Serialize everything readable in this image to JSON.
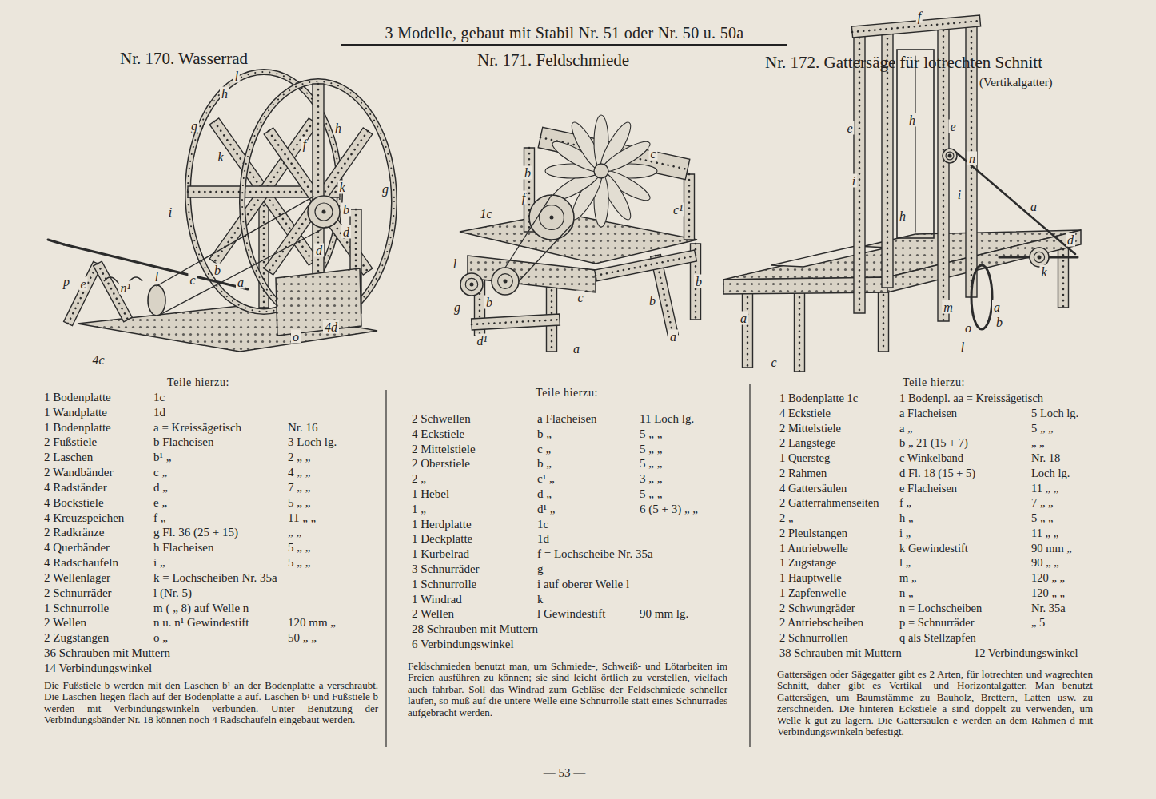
{
  "diagram": {
    "title": "3 Modelle, gebaut mit Stabil Nr. 51 oder Nr. 50 u. 50a",
    "labels": [
      "Nr. 170. Wasserrad",
      "l",
      "h",
      "g",
      "h",
      "f",
      "k",
      "k",
      "g",
      "i",
      "b",
      "d",
      "d",
      "p",
      "e",
      "n¹",
      "l",
      "c",
      "b",
      "a",
      "4d",
      "o",
      "4c",
      "Teile hierzu:",
      "1 Bodenplatte",
      "1c",
      "1 Wandplatte",
      "1d",
      "1 Bodenplatte",
      "a = Kreissägetisch",
      "Nr. 16",
      "2 Fußstiele",
      "b Flacheisen",
      "3 Loch lg.",
      "2 Laschen",
      "b¹ „",
      "2 „ „",
      "2 Wandbänder",
      "c „",
      "4 „ „",
      "4 Radständer",
      "d „",
      "7 „ „",
      "4 Bockstiele",
      "e „",
      "5 „ „",
      "4 Kreuzspeichen",
      "f „",
      "11 „ „",
      "2 Radkränze",
      "g Fl. 36 (25 + 15)",
      "„ „",
      "4 Querbänder",
      "h Flacheisen",
      "5 „ „",
      "4 Radschaufeln",
      "i „",
      "5 „ „",
      "2 Wellenlager",
      "k = Lochscheiben Nr. 35a",
      "2 Schnurräder",
      "l (Nr. 5)",
      "1 Schnurrolle",
      "m ( „ 8) auf Welle n",
      "2 Wellen",
      "n u. n¹ Gewindestift",
      "120 mm „",
      "2 Zugstangen",
      "o „",
      "50 „ „",
      "36 Schrauben mit Muttern",
      "14 Verbindungswinkel",
      "Die Fußstiele b werden mit den Laschen b¹ an der Bodenplatte a verschraubt. Die Laschen liegen flach auf der Bodenplatte a auf. Laschen b¹ und Fußstiele b werden mit Verbindungswinkeln verbunden. Unter Benutzung der Verbindungsbänder Nr. 18 können noch 4 Radschaufeln eingebaut werden.",
      "Nr. 171. Feldschmiede",
      "c",
      "b",
      "f",
      "1c",
      "c¹",
      "l",
      "b",
      "g",
      "b",
      "c",
      "b",
      "d¹",
      "a",
      "a",
      "Teile hierzu:",
      "2 Schwellen",
      "a Flacheisen",
      "11 Loch lg.",
      "4 Eckstiele",
      "b „",
      "5 „ „",
      "2 Mittelstiele",
      "c „",
      "5 „ „",
      "2 Oberstiele",
      "b „",
      "5 „ „",
      "2 „",
      "c¹ „",
      "3 „ „",
      "1 Hebel",
      "d „",
      "5 „ „",
      "1 „",
      "d¹ „",
      "6 (5 + 3) „ „",
      "1 Herdplatte",
      "1c",
      "1 Deckplatte",
      "1d",
      "1 Kurbelrad",
      "f = Lochscheibe Nr. 35a",
      "3 Schnurräder",
      "g",
      "1 Schnurrolle",
      "i auf oberer Welle l",
      "1 Windrad",
      "k",
      "2 Wellen",
      "l Gewindestift",
      "90 mm lg.",
      "28 Schrauben mit Muttern",
      "6 Verbindungswinkel",
      "Feldschmieden benutzt man, um Schmiede-, Schweiß- und Lötarbeiten im Freien ausführen zu können; sie sind leicht örtlich zu verstellen, vielfach auch fahrbar. Soll das Windrad zum Gebläse der Feldschmiede schneller laufen, so muß auf die untere Welle eine Schnurrolle statt eines Schnurrades aufgebracht werden.",
      "Nr. 172. Gattersäge für lotrechten Schnitt",
      "(Vertikalgatter)",
      "f",
      "e",
      "h",
      "e",
      "n",
      "i",
      "i",
      "h",
      "a",
      "d",
      "k",
      "m",
      "a",
      "b",
      "o",
      "l",
      "a",
      "c",
      "Teile hierzu:",
      "1 Bodenplatte 1c",
      "1 Bodenpl. aa = Kreissägetisch",
      "4 Eckstiele",
      "a Flacheisen",
      "5 Loch lg.",
      "2 Mittelstiele",
      "a „",
      "5 „ „",
      "2 Langstege",
      "b „ 21 (15 + 7)",
      "„ „",
      "1 Quersteg",
      "c Winkelband",
      "Nr. 18",
      "2 Rahmen",
      "d Fl. 18 (15 + 5)",
      "Loch lg.",
      "4 Gattersäulen",
      "e Flacheisen",
      "11 „ „",
      "2 Gatterrahmenseiten",
      "f „",
      "7 „ „",
      "2 „",
      "h „",
      "5 „ „",
      "2 Pleulstangen",
      "i „",
      "11 „ „",
      "1 Antriebwelle",
      "k Gewindestift",
      "90 mm „",
      "1 Zugstange",
      "l „",
      "90 „ „",
      "1 Hauptwelle",
      "m „",
      "120 „ „",
      "1 Zapfenwelle",
      "n „",
      "120 „ „",
      "2 Schwungräder",
      "n = Lochscheiben",
      "Nr. 35a",
      "2 Antriebscheiben",
      "p = Schnurräder",
      "„ 5",
      "2 Schnurrollen",
      "q als Stellzapfen",
      "38 Schrauben mit Muttern",
      "12 Verbindungswinkel",
      "Gattersägen oder Sägegatter gibt es 2 Arten, für lotrechten und wagrechten Schnitt, daher gibt es Vertikal- und Horizontalgatter. Man benutzt Gattersägen, um Baumstämme zu Bauholz, Brettern, Latten usw. zu zerschneiden. Die hinteren Eckstiele a sind doppelt zu verwenden, um Welle k gut zu lagern. Die Gattersäulen e werden an dem Rahmen d mit Verbindungswinkeln befestigt.",
      "— 53 —"
    ]
  }
}
